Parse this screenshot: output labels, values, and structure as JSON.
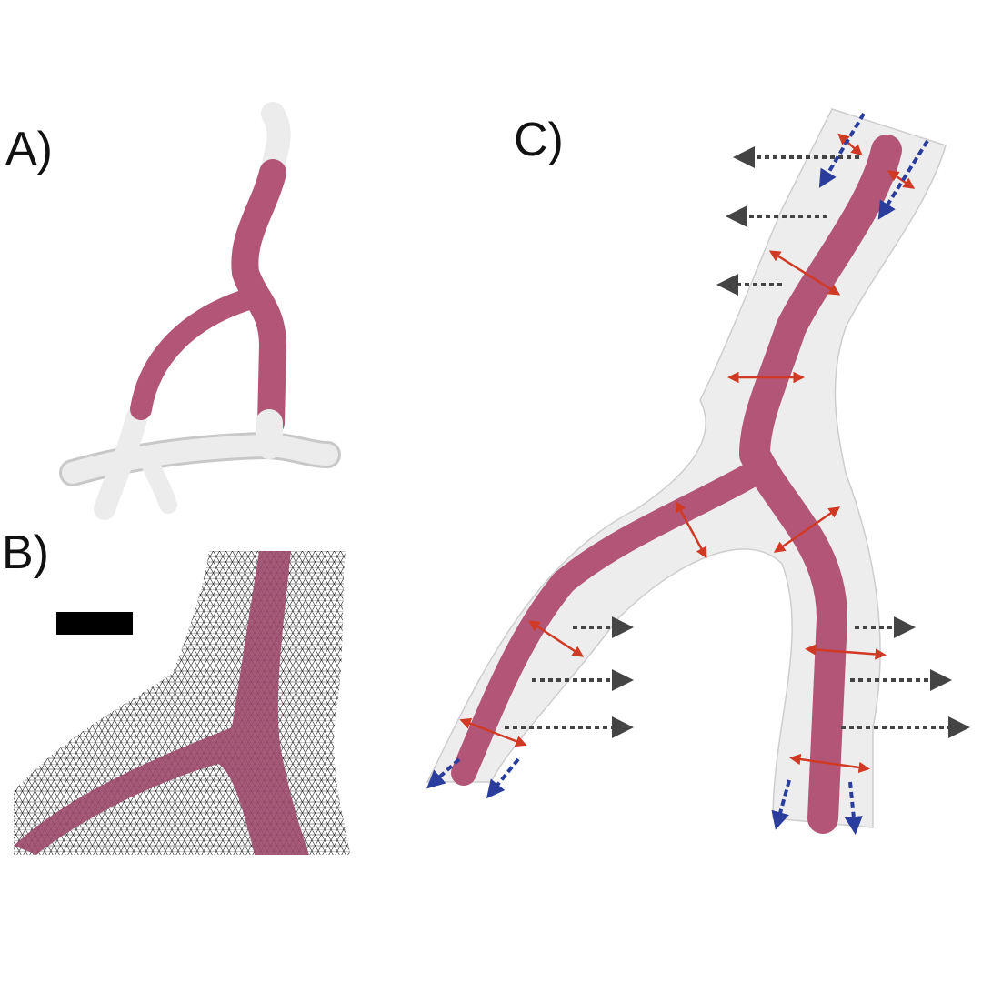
{
  "panels": {
    "a": {
      "label": "A)"
    },
    "b": {
      "label": "B)"
    },
    "c": {
      "label": "C)"
    }
  },
  "colors": {
    "vessel_pink": "#b35577",
    "vessel_grey": "#e6e6e6",
    "outline": "#bdbdbd",
    "arrow_grey": "#444444",
    "arrow_red": "#d03a24",
    "arrow_blue": "#2a3d9c",
    "scale_bar": "#000000"
  },
  "icons": [
    "outward-grey-arrow",
    "radial-red-arrow",
    "axial-blue-arrow"
  ]
}
